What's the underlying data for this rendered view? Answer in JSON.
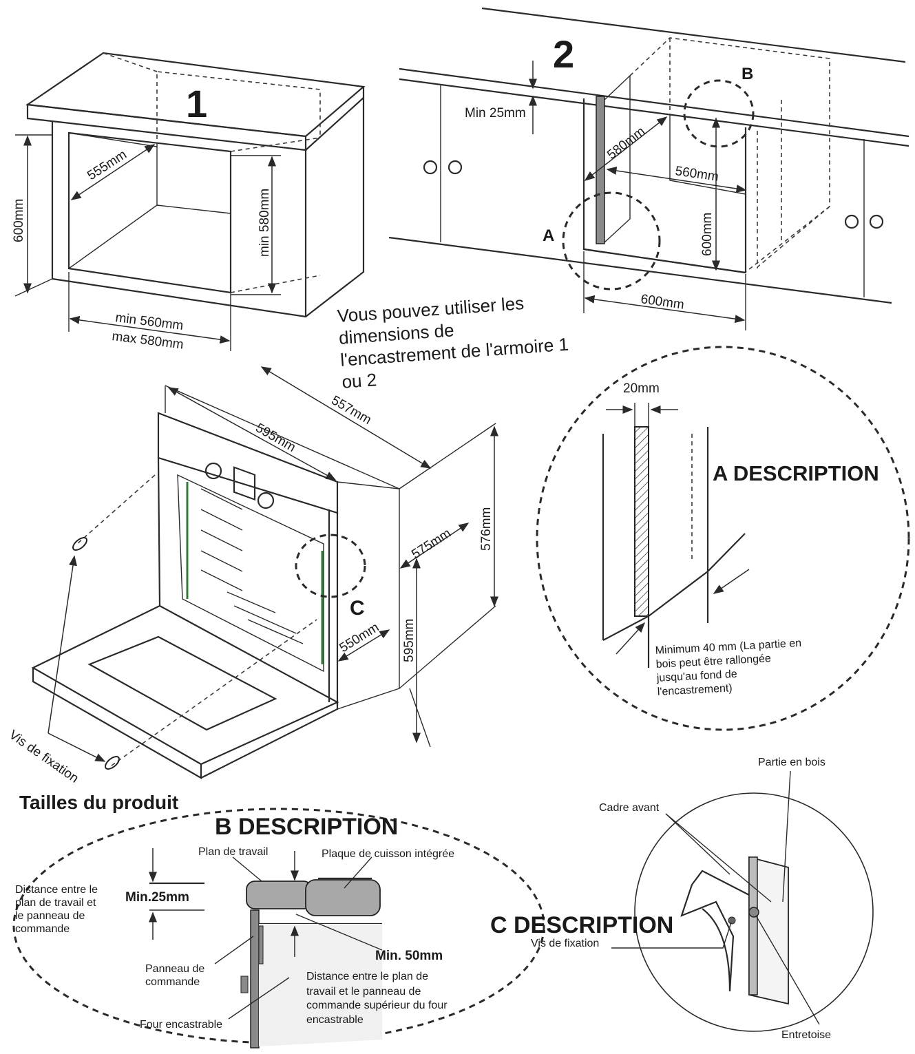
{
  "figure1": {
    "number": "1",
    "depth": "555mm",
    "height_outer": "600mm",
    "height_inner": "min 580mm",
    "width_min": "min 560mm",
    "width_max": "max 580mm"
  },
  "figure2": {
    "number": "2",
    "gap": "Min 25mm",
    "depth": "580mm",
    "width_inner": "560mm",
    "height": "600mm",
    "width": "600mm",
    "marker_a": "A",
    "marker_b": "B"
  },
  "note": {
    "line1": "Vous pouvez utiliser les",
    "line2": "dimensions de",
    "line3": "l'encastrement de l'armoire 1",
    "line4": "ou 2"
  },
  "oven": {
    "depth_total": "557mm",
    "width": "595mm",
    "height_body": "576mm",
    "depth_body": "575mm",
    "height_front": "595mm",
    "depth_inner": "550mm",
    "marker_c": "C",
    "screws_label": "Vis de fixation",
    "product_sizes_label": "Tailles du produit"
  },
  "a_description": {
    "title": "A DESCRIPTION",
    "thickness": "20mm",
    "note_line1": "Minimum 40 mm (La partie en",
    "note_line2": "bois peut être rallongée",
    "note_line3": "jusqu'au fond de",
    "note_line4": "l'encastrement)"
  },
  "b_description": {
    "title": "B DESCRIPTION",
    "worktop": "Plan de travail",
    "hob": "Plaque de cuisson intégrée",
    "distance_line1": "Distance entre le",
    "distance_line2": "plan de travail et",
    "distance_line3": "le panneau de",
    "distance_line4": "commande",
    "min25": "Min.25mm",
    "min50": "Min. 50mm",
    "panel_line1": "Panneau de",
    "panel_line2": "commande",
    "oven_label": "Four encastrable",
    "dist2_line1": "Distance entre le plan de",
    "dist2_line2": "travail et le panneau de",
    "dist2_line3": "commande supérieur du four",
    "dist2_line4": "encastrable"
  },
  "c_description": {
    "title": "C DESCRIPTION",
    "wood_part": "Partie en bois",
    "front_frame": "Cadre avant",
    "screw": "Vis de fixation",
    "spacer": "Entretoise"
  }
}
